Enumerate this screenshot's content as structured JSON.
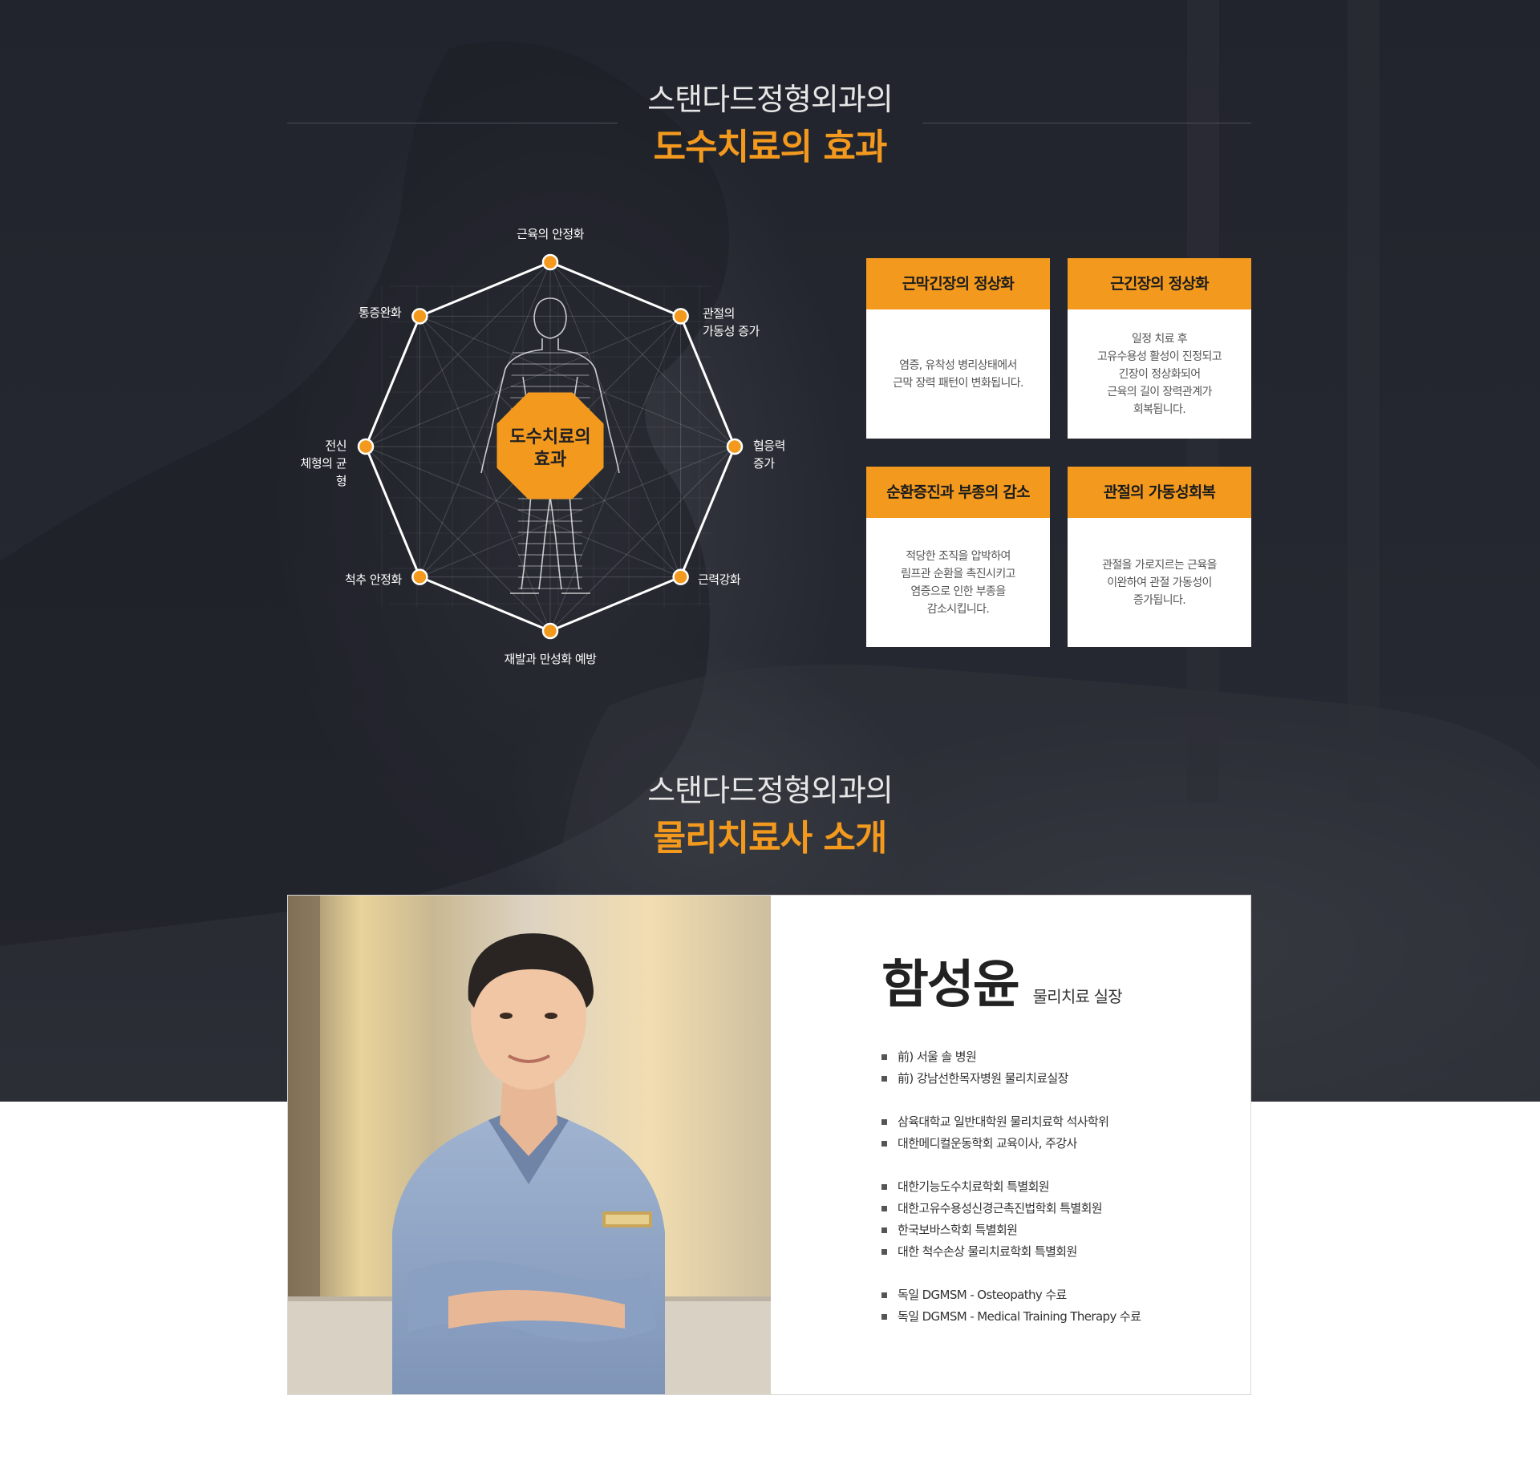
{
  "effects_section": {
    "subtitle": "스탠다드정형외과의",
    "title": "도수치료의 효과"
  },
  "diagram": {
    "center_label": "도수치료의\n효과",
    "nodes": [
      "근육의 안정화",
      "관절의\n가동성 증가",
      "협응력\n증가",
      "근력강화",
      "재발과 만성화 예방",
      "척추 안정화",
      "전신\n체형의 균형",
      "통증완화"
    ]
  },
  "cards": [
    {
      "title": "근막긴장의 정상화",
      "body": "염증, 유착성 병리상태에서\n근막 장력 패턴이 변화됩니다."
    },
    {
      "title": "근긴장의 정상화",
      "body": "일정 치료 후\n고유수용성 활성이 진정되고\n긴장이 정상화되어\n근육의 길이 장력관계가\n회복됩니다."
    },
    {
      "title": "순환증진과 부종의 감소",
      "body": "적당한 조직을 압박하여\n림프관 순환을 촉진시키고\n염증으로 인한 부종을\n감소시킵니다."
    },
    {
      "title": "관절의 가동성회복",
      "body": "관절을 가로지르는 근육을\n이완하여 관절 가동성이\n증가됩니다."
    }
  ],
  "therapist_section": {
    "subtitle": "스탠다드정형외과의",
    "title": "물리치료사 소개"
  },
  "profile": {
    "name": "함성윤",
    "role": "물리치료 실장",
    "career_groups": [
      [
        "前) 서울 솔 병원",
        "前) 강남선한목자병원 물리치료실장"
      ],
      [
        "삼육대학교 일반대학원 물리치료학 석사학위",
        "대한메디컬운동학회 교육이사, 주강사"
      ],
      [
        "대한기능도수치료학회 특별회원",
        "대한고유수용성신경근촉진법학회 특별회원",
        "한국보바스학회 특별회원",
        "대한 척수손상 물리치료학회 특별회원"
      ],
      [
        "독일 DGMSM - Osteopathy 수료",
        "독일 DGMSM - Medical Training Therapy 수료"
      ]
    ]
  },
  "colors": {
    "accent": "#f39a1e",
    "background_dark": "#24262f",
    "card_text": "#555555"
  }
}
